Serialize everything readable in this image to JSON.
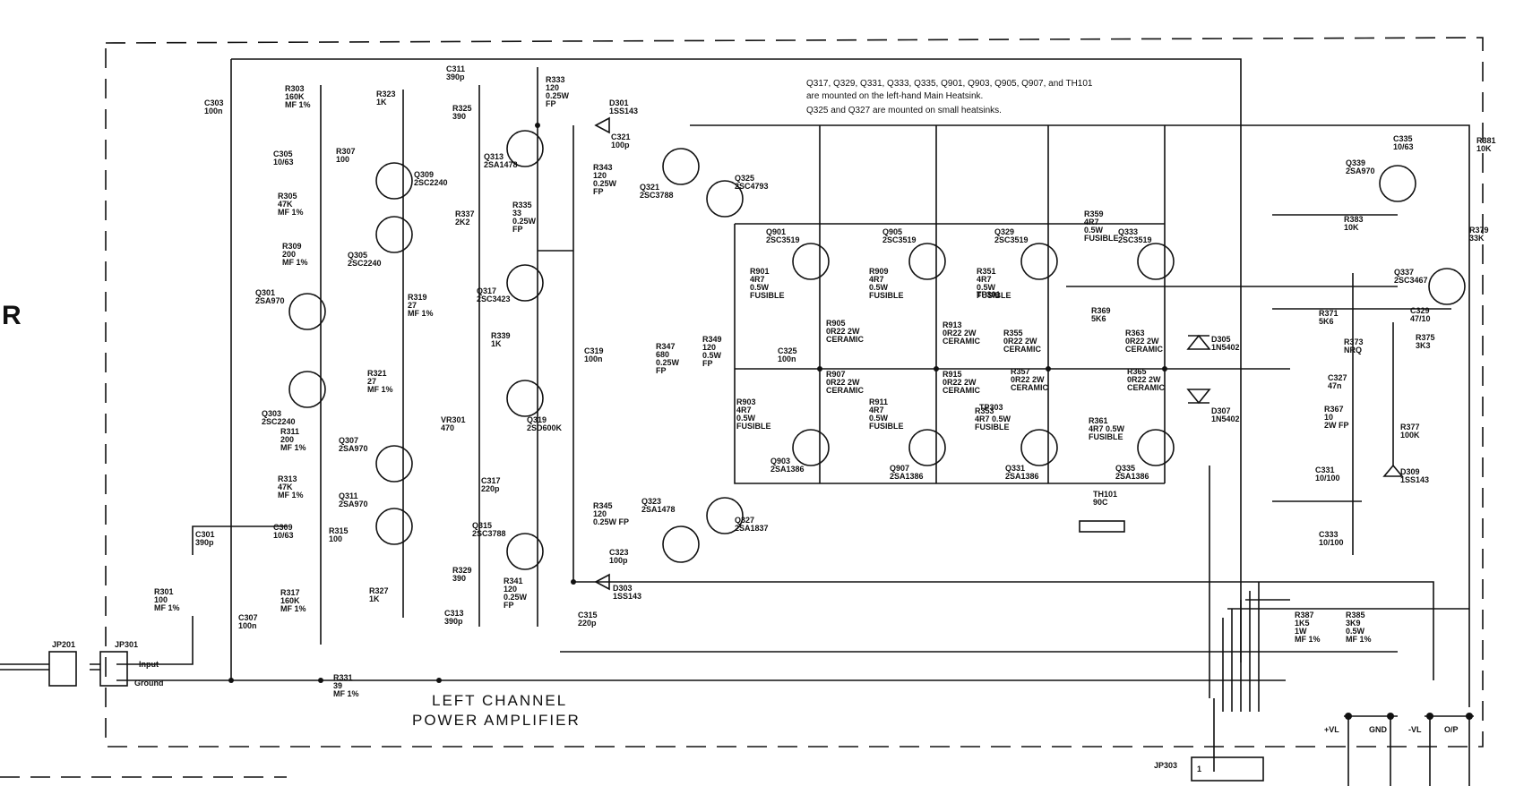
{
  "section_letter": "R",
  "title_line1": "LEFT CHANNEL",
  "title_line2": "POWER AMPLIFIER",
  "note_lines": [
    "Q317, Q329, Q331, Q333, Q335, Q901, Q903, Q905, Q907, and TH101",
    "are mounted on the left-hand Main Heatsink.",
    "Q325 and Q327 are mounted on small heatsinks."
  ],
  "connectors": {
    "jp201": "JP201",
    "jp301": "JP301",
    "input": "Input",
    "ground": "Ground",
    "jp303": "JP303",
    "jp303_pin": "1"
  },
  "outputs": [
    "+VL",
    "GND",
    "-VL",
    "O/P"
  ],
  "components": [
    {
      "ref": "C303",
      "lines": [
        "C303",
        "100n"
      ]
    },
    {
      "ref": "C305",
      "lines": [
        "C305",
        "10/63"
      ]
    },
    {
      "ref": "R303",
      "lines": [
        "R303",
        "160K",
        "MF 1%"
      ]
    },
    {
      "ref": "R305",
      "lines": [
        "R305",
        "47K",
        "MF 1%"
      ]
    },
    {
      "ref": "R307",
      "lines": [
        "R307",
        "100"
      ]
    },
    {
      "ref": "R309",
      "lines": [
        "R309",
        "200",
        "MF 1%"
      ]
    },
    {
      "ref": "R323",
      "lines": [
        "R323",
        "1K"
      ]
    },
    {
      "ref": "Q309",
      "lines": [
        "Q309",
        "2SC2240"
      ]
    },
    {
      "ref": "Q305",
      "lines": [
        "Q305",
        "2SC2240"
      ]
    },
    {
      "ref": "Q301",
      "lines": [
        "Q301",
        "2SA970"
      ]
    },
    {
      "ref": "R319",
      "lines": [
        "R319",
        "27",
        "MF 1%"
      ]
    },
    {
      "ref": "Q303",
      "lines": [
        "Q303",
        "2SC2240"
      ]
    },
    {
      "ref": "R321",
      "lines": [
        "R321",
        "27",
        "MF 1%"
      ]
    },
    {
      "ref": "R311",
      "lines": [
        "R311",
        "200",
        "MF 1%"
      ]
    },
    {
      "ref": "Q307",
      "lines": [
        "Q307",
        "2SA970"
      ]
    },
    {
      "ref": "R313",
      "lines": [
        "R313",
        "47K",
        "MF 1%"
      ]
    },
    {
      "ref": "Q311",
      "lines": [
        "Q311",
        "2SA970"
      ]
    },
    {
      "ref": "C301",
      "lines": [
        "C301",
        "390p"
      ]
    },
    {
      "ref": "C309",
      "lines": [
        "C309",
        "10/63"
      ]
    },
    {
      "ref": "R315",
      "lines": [
        "R315",
        "100"
      ]
    },
    {
      "ref": "R317",
      "lines": [
        "R317",
        "160K",
        "MF 1%"
      ]
    },
    {
      "ref": "R327",
      "lines": [
        "R327",
        "1K"
      ]
    },
    {
      "ref": "R301",
      "lines": [
        "R301",
        "100",
        "MF 1%"
      ]
    },
    {
      "ref": "C307",
      "lines": [
        "C307",
        "100n"
      ]
    },
    {
      "ref": "R331",
      "lines": [
        "R331",
        "39",
        "MF 1%"
      ]
    },
    {
      "ref": "C311",
      "lines": [
        "C311",
        "390p"
      ]
    },
    {
      "ref": "R325",
      "lines": [
        "R325",
        "390"
      ]
    },
    {
      "ref": "R333",
      "lines": [
        "R333",
        "120",
        "0.25W",
        "FP"
      ]
    },
    {
      "ref": "Q313",
      "lines": [
        "Q313",
        "2SA1478"
      ]
    },
    {
      "ref": "R335",
      "lines": [
        "R335",
        "33",
        "0.25W",
        "FP"
      ]
    },
    {
      "ref": "R337",
      "lines": [
        "R337",
        "2K2"
      ]
    },
    {
      "ref": "Q317",
      "lines": [
        "Q317",
        "2SC3423"
      ]
    },
    {
      "ref": "R339",
      "lines": [
        "R339",
        "1K"
      ]
    },
    {
      "ref": "Q319",
      "lines": [
        "Q319",
        "2SD600K"
      ]
    },
    {
      "ref": "VR301",
      "lines": [
        "VR301",
        "470"
      ]
    },
    {
      "ref": "C317",
      "lines": [
        "C317",
        "220p"
      ]
    },
    {
      "ref": "Q315",
      "lines": [
        "Q315",
        "2SC3788"
      ]
    },
    {
      "ref": "R329",
      "lines": [
        "R329",
        "390"
      ]
    },
    {
      "ref": "C313",
      "lines": [
        "C313",
        "390p"
      ]
    },
    {
      "ref": "R341",
      "lines": [
        "R341",
        "120",
        "0.25W",
        "FP"
      ]
    },
    {
      "ref": "C319",
      "lines": [
        "C319",
        "100n"
      ]
    },
    {
      "ref": "C315",
      "lines": [
        "C315",
        "220p"
      ]
    },
    {
      "ref": "D301",
      "lines": [
        "D301",
        "1SS143"
      ]
    },
    {
      "ref": "C321",
      "lines": [
        "C321",
        "100p"
      ]
    },
    {
      "ref": "R343",
      "lines": [
        "R343",
        "120",
        "0.25W",
        "FP"
      ]
    },
    {
      "ref": "Q321",
      "lines": [
        "Q321",
        "2SC3788"
      ]
    },
    {
      "ref": "Q325",
      "lines": [
        "Q325",
        "2SC4793"
      ]
    },
    {
      "ref": "R347",
      "lines": [
        "R347",
        "680",
        "0.25W",
        "FP"
      ]
    },
    {
      "ref": "R349",
      "lines": [
        "R349",
        "120",
        "0.5W",
        "FP"
      ]
    },
    {
      "ref": "C325",
      "lines": [
        "C325",
        "100n"
      ]
    },
    {
      "ref": "R345",
      "lines": [
        "R345",
        "120",
        "0.25W FP"
      ]
    },
    {
      "ref": "Q323",
      "lines": [
        "Q323",
        "2SA1478"
      ]
    },
    {
      "ref": "Q327",
      "lines": [
        "Q327",
        "2SA1837"
      ]
    },
    {
      "ref": "C323",
      "lines": [
        "C323",
        "100p"
      ]
    },
    {
      "ref": "D303",
      "lines": [
        "D303",
        "1SS143"
      ]
    },
    {
      "ref": "Q901",
      "lines": [
        "Q901",
        "2SC3519"
      ]
    },
    {
      "ref": "R901",
      "lines": [
        "R901",
        "4R7",
        "0.5W",
        "FUSIBLE"
      ]
    },
    {
      "ref": "R905",
      "lines": [
        "R905",
        "0R22 2W",
        "CERAMIC"
      ]
    },
    {
      "ref": "R907",
      "lines": [
        "R907",
        "0R22 2W",
        "CERAMIC"
      ]
    },
    {
      "ref": "R903",
      "lines": [
        "R903",
        "4R7",
        "0.5W",
        "FUSIBLE"
      ]
    },
    {
      "ref": "Q903",
      "lines": [
        "Q903",
        "2SA1386"
      ]
    },
    {
      "ref": "Q905",
      "lines": [
        "Q905",
        "2SC3519"
      ]
    },
    {
      "ref": "R909",
      "lines": [
        "R909",
        "4R7",
        "0.5W",
        "FUSIBLE"
      ]
    },
    {
      "ref": "R913",
      "lines": [
        "R913",
        "0R22 2W",
        "CERAMIC"
      ]
    },
    {
      "ref": "R915",
      "lines": [
        "R915",
        "0R22 2W",
        "CERAMIC"
      ]
    },
    {
      "ref": "R911",
      "lines": [
        "R911",
        "4R7",
        "0.5W",
        "FUSIBLE"
      ]
    },
    {
      "ref": "Q907",
      "lines": [
        "Q907",
        "2SA1386"
      ]
    },
    {
      "ref": "Q329",
      "lines": [
        "Q329",
        "2SC3519"
      ]
    },
    {
      "ref": "R351",
      "lines": [
        "R351",
        "4R7",
        "0.5W",
        "FUSIBLE"
      ]
    },
    {
      "ref": "TP301",
      "lines": [
        "TP301"
      ]
    },
    {
      "ref": "R355",
      "lines": [
        "R355",
        "0R22 2W",
        "CERAMIC"
      ]
    },
    {
      "ref": "R357",
      "lines": [
        "R357",
        "0R22 2W",
        "CERAMIC"
      ]
    },
    {
      "ref": "TP303",
      "lines": [
        "TP303"
      ]
    },
    {
      "ref": "R353",
      "lines": [
        "R353",
        "4R7 0.5W",
        "FUSIBLE"
      ]
    },
    {
      "ref": "Q331",
      "lines": [
        "Q331",
        "2SA1386"
      ]
    },
    {
      "ref": "R359",
      "lines": [
        "R359",
        "4R7",
        "0.5W",
        "FUSIBLE"
      ]
    },
    {
      "ref": "Q333",
      "lines": [
        "Q333",
        "2SC3519"
      ]
    },
    {
      "ref": "R369",
      "lines": [
        "R369",
        "5K6"
      ]
    },
    {
      "ref": "R363",
      "lines": [
        "R363",
        "0R22 2W",
        "CERAMIC"
      ]
    },
    {
      "ref": "R365",
      "lines": [
        "R365",
        "0R22 2W",
        "CERAMIC"
      ]
    },
    {
      "ref": "R361",
      "lines": [
        "R361",
        "4R7 0.5W",
        "FUSIBLE"
      ]
    },
    {
      "ref": "Q335",
      "lines": [
        "Q335",
        "2SA1386"
      ]
    },
    {
      "ref": "D305",
      "lines": [
        "D305",
        "1N5402"
      ]
    },
    {
      "ref": "D307",
      "lines": [
        "D307",
        "1N5402"
      ]
    },
    {
      "ref": "TH101",
      "lines": [
        "TH101",
        "90C"
      ]
    },
    {
      "ref": "C335",
      "lines": [
        "C335",
        "10/63"
      ]
    },
    {
      "ref": "Q339",
      "lines": [
        "Q339",
        "2SA970"
      ]
    },
    {
      "ref": "R381",
      "lines": [
        "R381",
        "10K"
      ]
    },
    {
      "ref": "R383",
      "lines": [
        "R383",
        "10K"
      ]
    },
    {
      "ref": "R379",
      "lines": [
        "R379",
        "33K"
      ]
    },
    {
      "ref": "Q337",
      "lines": [
        "Q337",
        "2SC3467"
      ]
    },
    {
      "ref": "R371",
      "lines": [
        "R371",
        "5K6"
      ]
    },
    {
      "ref": "C329",
      "lines": [
        "C329",
        "47/10"
      ]
    },
    {
      "ref": "R373",
      "lines": [
        "R373",
        "NRQ"
      ]
    },
    {
      "ref": "R375",
      "lines": [
        "R375",
        "3K3"
      ]
    },
    {
      "ref": "C327",
      "lines": [
        "C327",
        "47n"
      ]
    },
    {
      "ref": "R367",
      "lines": [
        "R367",
        "10",
        "2W FP"
      ]
    },
    {
      "ref": "R377",
      "lines": [
        "R377",
        "100K"
      ]
    },
    {
      "ref": "C331",
      "lines": [
        "C331",
        "10/100"
      ]
    },
    {
      "ref": "D309",
      "lines": [
        "D309",
        "1SS143"
      ]
    },
    {
      "ref": "C333",
      "lines": [
        "C333",
        "10/100"
      ]
    },
    {
      "ref": "R387",
      "lines": [
        "R387",
        "1K5",
        "1W",
        "MF 1%"
      ]
    },
    {
      "ref": "R385",
      "lines": [
        "R385",
        "3K9",
        "0.5W",
        "MF 1%"
      ]
    }
  ]
}
